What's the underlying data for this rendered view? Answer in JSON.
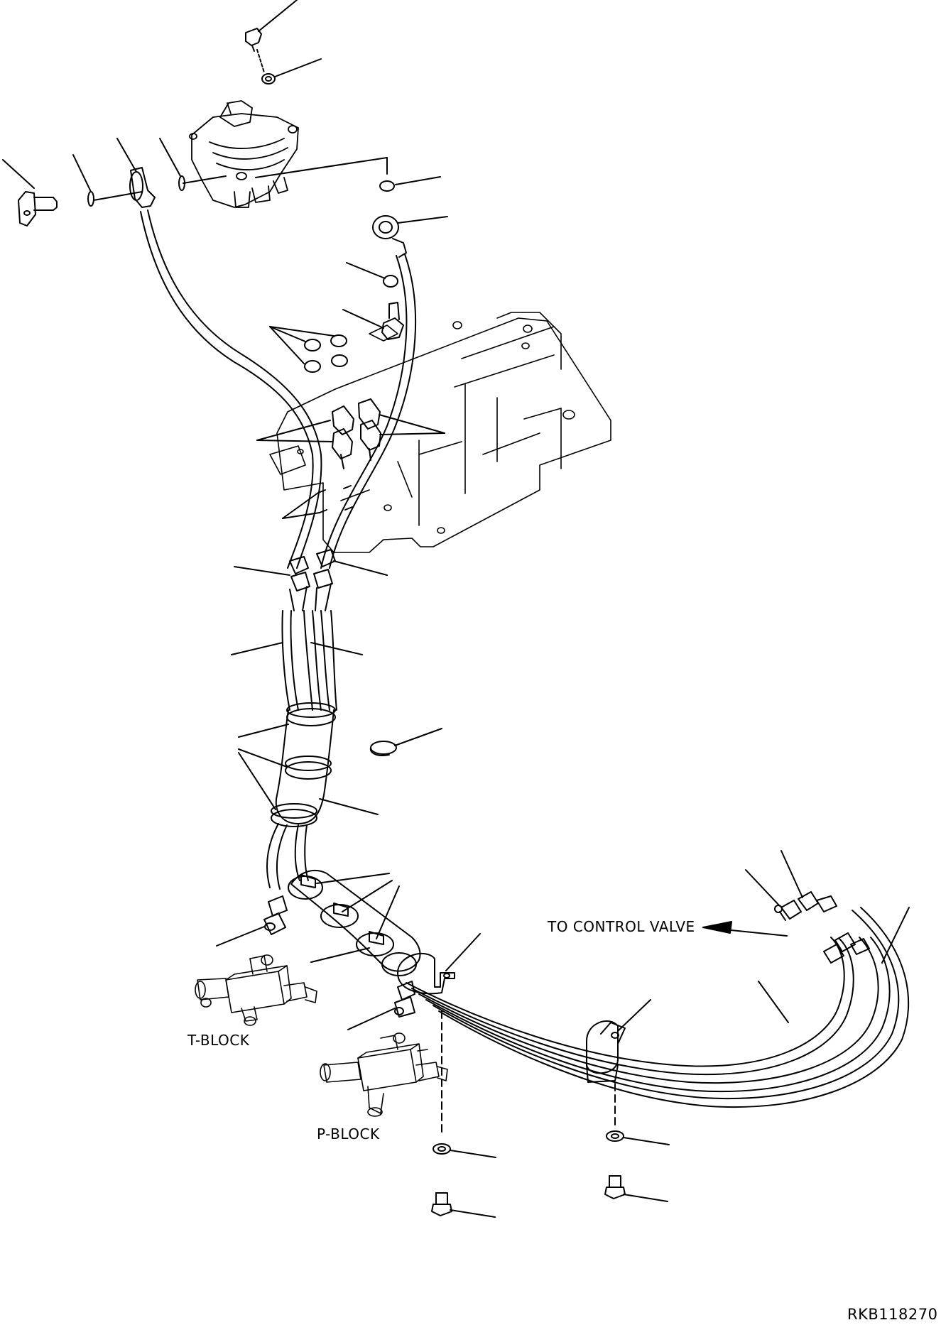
{
  "labels": {
    "to_control_valve": "TO CONTROL VALVE",
    "t_block": "T-BLOCK",
    "p_block": "P-BLOCK",
    "drawing_code": "RKB118270"
  },
  "colors": {
    "ink": "#000000",
    "paper": "#ffffff"
  }
}
